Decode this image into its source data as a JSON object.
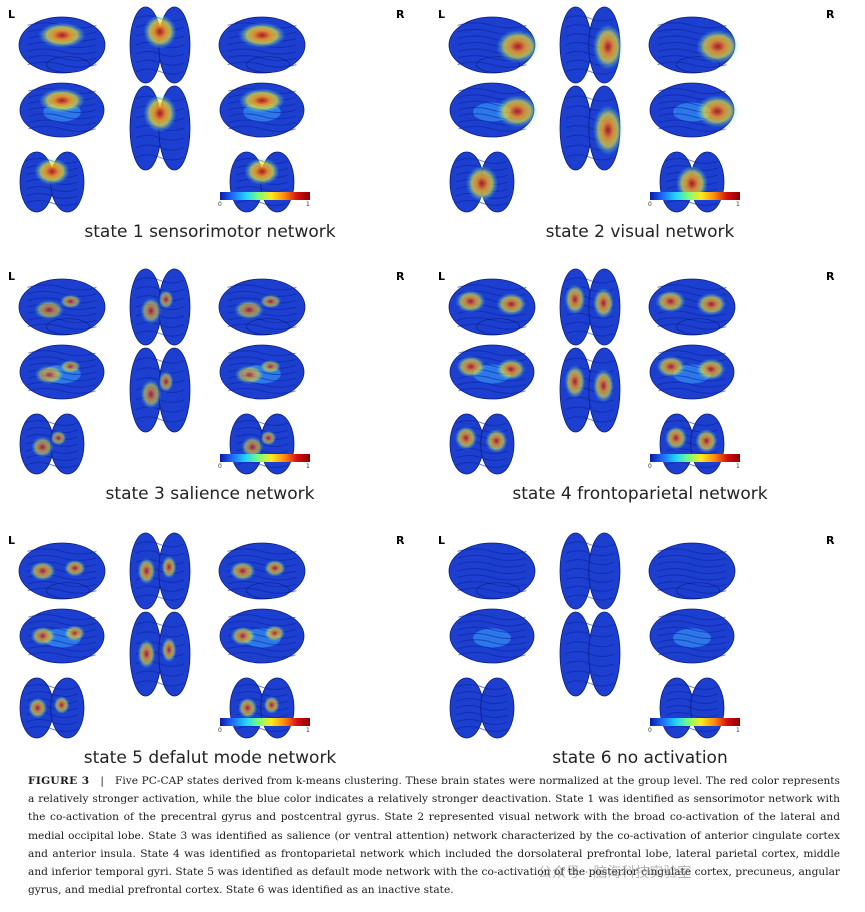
{
  "hemisphere_labels": {
    "left": "L",
    "right": "R"
  },
  "colorbar": {
    "min_label": "0",
    "max_label": "1",
    "colors": [
      "#0a1aa8",
      "#1f6dff",
      "#1fd3ff",
      "#7dfc7a",
      "#ffe81a",
      "#ff8a10",
      "#d41010",
      "#8a0000"
    ]
  },
  "states": [
    {
      "title": "state 1 sensorimotor network",
      "hot": "sensorimotor",
      "level": 0.75
    },
    {
      "title": "state 2 visual network",
      "hot": "visual",
      "level": 0.7
    },
    {
      "title": "state 3 salience network",
      "hot": "salience",
      "level": 0.45
    },
    {
      "title": "state 4 frontoparietal network",
      "hot": "frontoparietal",
      "level": 0.6
    },
    {
      "title": "state 5 defalut mode network",
      "hot": "default",
      "level": 0.55
    },
    {
      "title": "state 6 no activation",
      "hot": "none",
      "level": 0.05
    }
  ],
  "caption": {
    "label": "FIGURE 3",
    "separator": "|",
    "text": "Five PC-CAP states derived from k-means clustering. These brain states were normalized at the group level. The red color represents a relatively stronger activation, while the blue color indicates a relatively stronger deactivation. State 1 was identified as sensorimotor network with the co-activation of the precentral gyrus and postcentral gyrus. State 2 represented visual network with the broad co-activation of the lateral and medial occipital lobe. State 3 was identified as salience (or ventral attention) network characterized by the co-activation of anterior cingulate cortex and anterior insula. State 4 was identified as frontoparietal network which included the dorsolateral prefrontal lobe, lateral parietal cortex, middle and inferior temporal gyri. State 5 was identified as default mode network with the co-activation of the posterior cingulate cortex, precuneus, angular gyrus, and medial prefrontal cortex. State 6 was identified as an inactive state."
  },
  "watermark": "公众号 · 脑海科技实验室"
}
